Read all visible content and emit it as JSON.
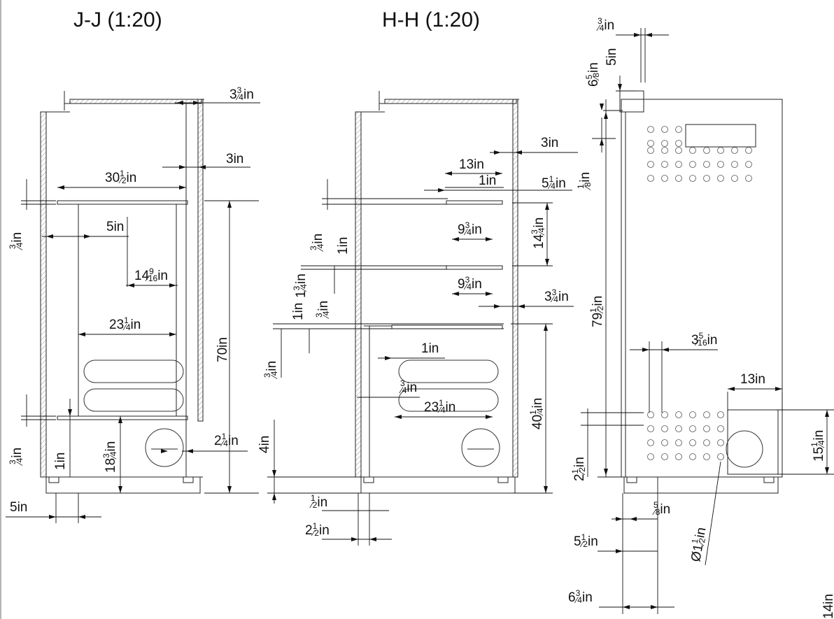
{
  "views": {
    "jj": {
      "title": "J-J (1:20)"
    },
    "hh": {
      "title": "H-H (1:20)"
    }
  },
  "dims": {
    "jj": {
      "d1": {
        "whole": "3",
        "num": "3",
        "den": "4",
        "unit": "in"
      },
      "d2": {
        "whole": "3",
        "unit": "in"
      },
      "d3": {
        "whole": "30",
        "num": "1",
        "den": "2",
        "unit": "in"
      },
      "d4": {
        "whole": "5",
        "unit": "in"
      },
      "d5": {
        "whole": "14",
        "num": "9",
        "den": "16",
        "unit": "in"
      },
      "d6": {
        "whole": "23",
        "num": "1",
        "den": "4",
        "unit": "in"
      },
      "d7": {
        "whole": "70",
        "unit": "in"
      },
      "d8": {
        "whole": "2",
        "num": "1",
        "den": "4",
        "unit": "in"
      },
      "d9": {
        "whole": "18",
        "num": "3",
        "den": "4",
        "unit": "in"
      },
      "d10": {
        "whole": "1",
        "unit": "in"
      },
      "d11": {
        "num": "3",
        "den": "4",
        "unit": "in"
      },
      "d12": {
        "num": "3",
        "den": "4",
        "unit": "in"
      },
      "d13": {
        "whole": "5",
        "unit": "in"
      }
    },
    "hh": {
      "d1": {
        "whole": "3",
        "unit": "in"
      },
      "d2": {
        "whole": "13",
        "unit": "in"
      },
      "d3": {
        "whole": "1",
        "unit": "in"
      },
      "d4": {
        "whole": "5",
        "num": "1",
        "den": "4",
        "unit": "in"
      },
      "d5": {
        "num": "1",
        "den": "8",
        "unit": "in"
      },
      "d6": {
        "whole": "9",
        "num": "3",
        "den": "4",
        "unit": "in"
      },
      "d7": {
        "whole": "14",
        "num": "3",
        "den": "4",
        "unit": "in"
      },
      "d8": {
        "whole": "9",
        "num": "3",
        "den": "4",
        "unit": "in"
      },
      "d9": {
        "whole": "3",
        "num": "3",
        "den": "4",
        "unit": "in"
      },
      "d10": {
        "num": "3",
        "den": "4",
        "unit": "in"
      },
      "d11": {
        "whole": "1",
        "unit": "in"
      },
      "d12": {
        "whole": "1",
        "num": "3",
        "den": "4",
        "unit": "in"
      },
      "d13": {
        "whole": "1",
        "unit": "in"
      },
      "d14": {
        "num": "3",
        "den": "4",
        "unit": "in"
      },
      "d15": {
        "num": "3",
        "den": "4",
        "unit": "in"
      },
      "d16": {
        "whole": "1",
        "unit": "in"
      },
      "d17": {
        "num": "3",
        "den": "4",
        "unit": "in"
      },
      "d18": {
        "whole": "23",
        "num": "1",
        "den": "4",
        "unit": "in"
      },
      "d19": {
        "whole": "40",
        "num": "1",
        "den": "4",
        "unit": "in"
      },
      "d20": {
        "whole": "4",
        "unit": "in"
      },
      "d21": {
        "num": "1",
        "den": "2",
        "unit": "in"
      },
      "d22": {
        "whole": "2",
        "num": "1",
        "den": "2",
        "unit": "in"
      }
    },
    "side": {
      "d1": {
        "num": "3",
        "den": "4",
        "unit": "in"
      },
      "d2": {
        "whole": "5",
        "unit": "in"
      },
      "d3": {
        "whole": "6",
        "num": "5",
        "den": "8",
        "unit": "in"
      },
      "d4": {
        "whole": "79",
        "num": "1",
        "den": "2",
        "unit": "in"
      },
      "d5": {
        "whole": "3",
        "num": "5",
        "den": "16",
        "unit": "in"
      },
      "d6": {
        "whole": "13",
        "unit": "in"
      },
      "d7": {
        "whole": "15",
        "num": "1",
        "den": "4",
        "unit": "in"
      },
      "d8": {
        "whole": "2",
        "num": "1",
        "den": "2",
        "unit": "in"
      },
      "d9": {
        "num": "5",
        "den": "8",
        "unit": "in"
      },
      "d10": {
        "whole": "5",
        "num": "1",
        "den": "2",
        "unit": "in"
      },
      "d11": {
        "prefix": "Ø",
        "whole": "1",
        "num": "1",
        "den": "2",
        "unit": "in"
      },
      "d12": {
        "whole": "6",
        "num": "3",
        "den": "4",
        "unit": "in"
      },
      "d13": {
        "whole": "14",
        "unit": "in"
      }
    }
  }
}
